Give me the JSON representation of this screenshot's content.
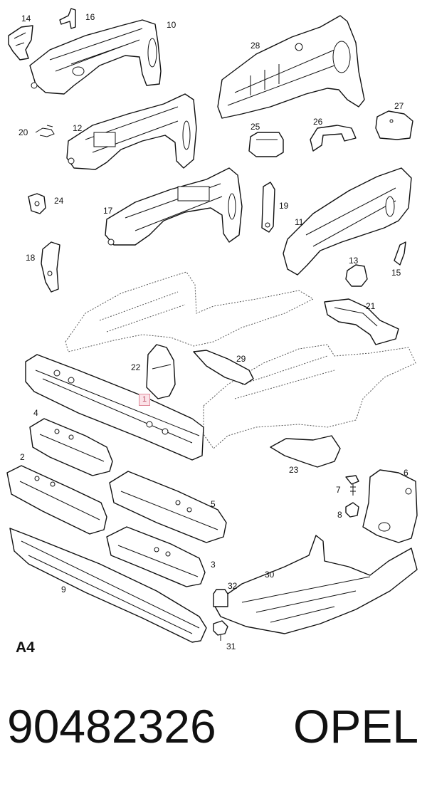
{
  "diagram": {
    "sheet_id": "A4",
    "highlighted_callout": "1",
    "callouts": [
      "14",
      "16",
      "10",
      "28",
      "20",
      "12",
      "25",
      "26",
      "27",
      "24",
      "17",
      "19",
      "11",
      "18",
      "13",
      "15",
      "21",
      "22",
      "29",
      "1",
      "4",
      "23",
      "6",
      "7",
      "8",
      "2",
      "5",
      "3",
      "30",
      "32",
      "9",
      "31"
    ]
  },
  "footer": {
    "part_number": "90482326",
    "brand": "OPEL"
  }
}
